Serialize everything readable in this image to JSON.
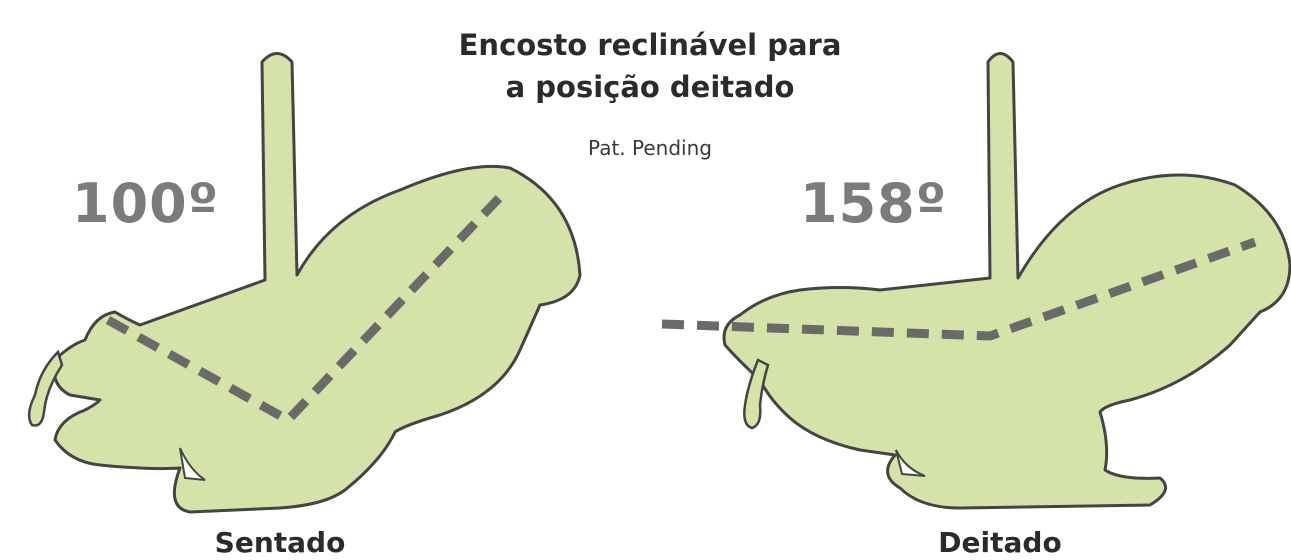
{
  "title_line1": "Encosto reclinável para",
  "title_line2": "a posição deitado",
  "patent": "Pat. Pending",
  "left": {
    "angle": "100º",
    "caption": "Sentado"
  },
  "right": {
    "angle": "158º",
    "caption": "Deitado"
  },
  "colors": {
    "seat_fill": "#d6e3a8",
    "outline": "#444444",
    "dash": "#6a6a6a",
    "angle_text": "#7b7b7b"
  }
}
